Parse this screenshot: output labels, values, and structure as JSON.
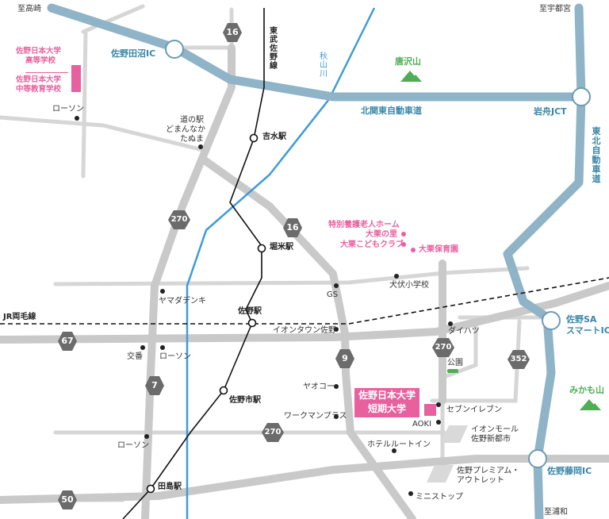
{
  "colors": {
    "expressway": "#8fb3c7",
    "road": "#c9c9c9",
    "river": "#3f9bd8",
    "pink": "#e8609e",
    "mountain": "#4fae55",
    "shield": "#6b6b6b"
  },
  "destinations": {
    "takasaki": "至高崎",
    "utsunomiya": "至宇都宮",
    "urawa": "至浦和"
  },
  "interchanges": {
    "sano_tanuma": "佐野田沼IC",
    "iwafune": "岩舟JCT",
    "sano_sa_line1": "佐野SA",
    "sano_sa_line2": "スマートIC",
    "sano_fujioka": "佐野藤岡IC"
  },
  "expressways": {
    "kitakanto": "北関東自動車道",
    "tohoku": "東北自動車道"
  },
  "railways": {
    "tobu_sano": "東武佐野線",
    "jr_ryomo": "JR両毛線"
  },
  "stations": {
    "yoshimizu": "吉水駅",
    "horigome": "堀米駅",
    "sano": "佐野駅",
    "sanoshi": "佐野市駅",
    "tajima": "田島駅"
  },
  "river": "秋山川",
  "mountains": {
    "karasawa": "唐沢山",
    "mikamo": "みかも山"
  },
  "route_numbers": {
    "r16_top": "16",
    "r16_mid": "16",
    "r270_left": "270",
    "r270_mid": "270",
    "r270_bottom": "270",
    "r67": "67",
    "r7": "7",
    "r9": "9",
    "r352": "352",
    "r50": "50"
  },
  "pink_labels": {
    "hs_line1": "佐野日本大学",
    "hs_line2": "高等学校",
    "ms_line1": "佐野日本大学",
    "ms_line2": "中等教育学校",
    "nursing_line1": "特別養護老人ホーム",
    "nursing_line2": "大栗の里",
    "kodomo": "大栗こどもクラブ",
    "hoikuen": "大栗保育園"
  },
  "university": {
    "line1": "佐野日本大学",
    "line2": "短期大学"
  },
  "landmarks": {
    "lawson_nw": "ローソン",
    "michinoeki_1": "道の駅",
    "michinoeki_2": "どまんなか",
    "michinoeki_3": "たぬま",
    "yamada": "ヤマダデンキ",
    "gs": "GS",
    "inubushi": "犬伏小学校",
    "aeontown": "イオンタウン佐野",
    "kouban": "交番",
    "lawson_mid": "ローソン",
    "daihatsu": "ダイハツ",
    "park": "公園",
    "yaoko": "ヤオコー",
    "seven": "セブンイレブン",
    "workman": "ワークマンプラス",
    "aoki": "AOKI",
    "aeonmall_1": "イオンモール",
    "aeonmall_2": "佐野新都市",
    "lawson_sw": "ローソン",
    "hotel": "ホテルルートイン",
    "premium_1": "佐野プレミアム・",
    "premium_2": "アウトレット",
    "ministop": "ミニストップ"
  }
}
